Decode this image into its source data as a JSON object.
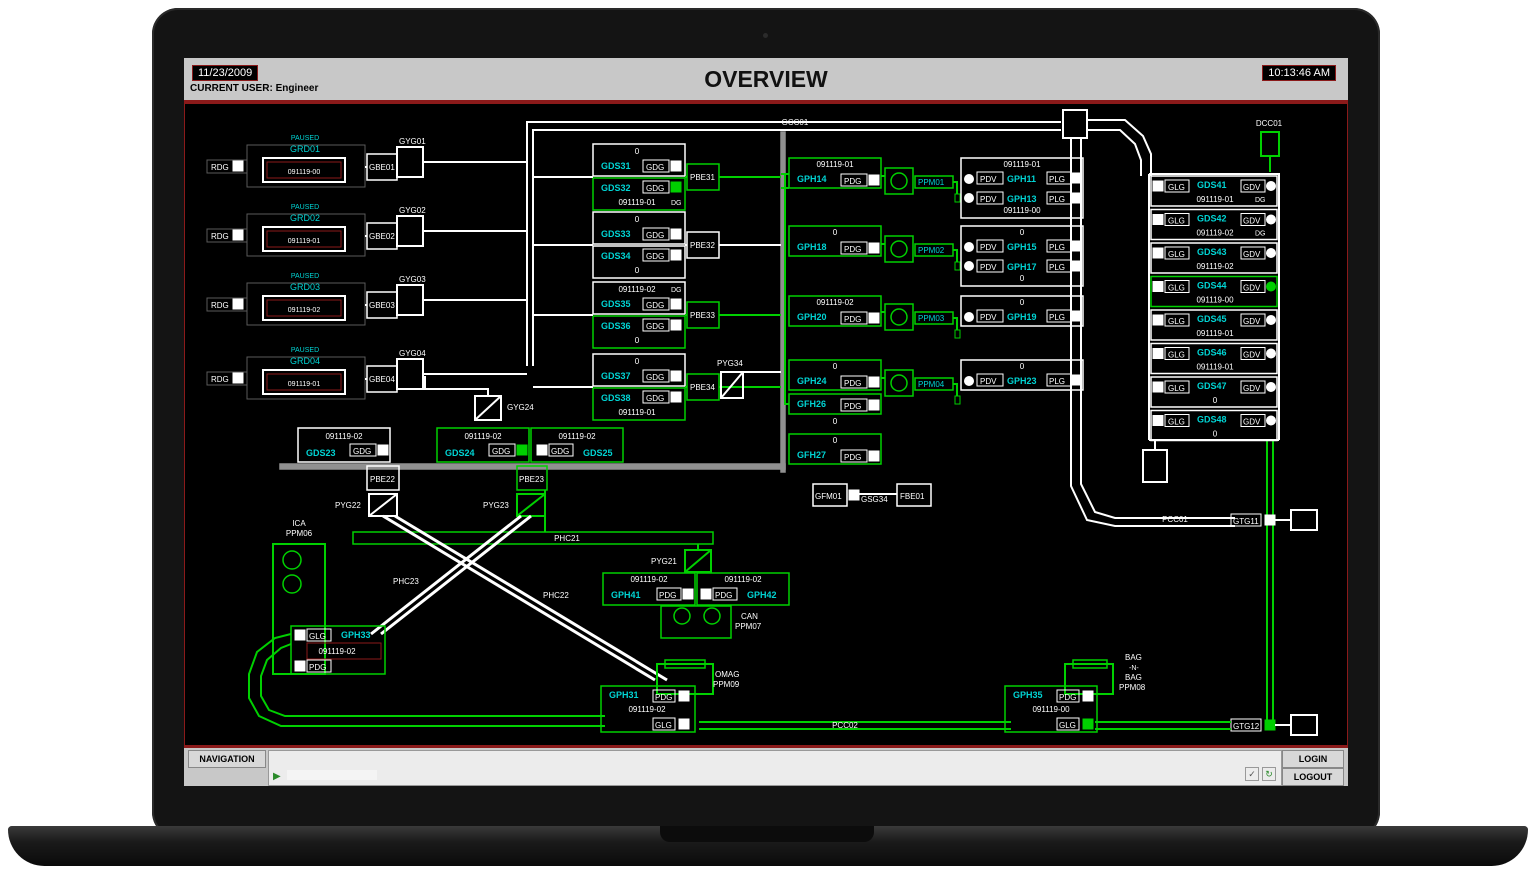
{
  "header": {
    "date": "11/23/2009",
    "title": "OVERVIEW",
    "time": "10:13:46 AM",
    "user_label": "CURRENT USER:",
    "user": "Engineer"
  },
  "colors": {
    "active": "#00d000",
    "inactive": "#ffffff",
    "label": "#00d4d4",
    "alarm": "#8b1a1a",
    "background": "#000000"
  },
  "rdg_units": [
    {
      "status": "PAUSED",
      "name": "GRD01",
      "rdg": "RDG",
      "value": "091119-00",
      "gbe": "GBE01",
      "gyg": "GYG01"
    },
    {
      "status": "PAUSED",
      "name": "GRD02",
      "rdg": "RDG",
      "value": "091119-01",
      "gbe": "GBE02",
      "gyg": "GYG02"
    },
    {
      "status": "PAUSED",
      "name": "GRD03",
      "rdg": "RDG",
      "value": "091119-02",
      "gbe": "GBE03",
      "gyg": "GYG03"
    },
    {
      "status": "PAUSED",
      "name": "GRD04",
      "rdg": "RDG",
      "value": "091119-01",
      "gbe": "GBE04",
      "gyg": "GYG04"
    }
  ],
  "gyg24": "GYG24",
  "gds_pairs": [
    {
      "top": {
        "name": "GDS31",
        "val": "0",
        "gdg": "GDG"
      },
      "bottom": {
        "name": "GDS32",
        "val": "091119-01",
        "gdg": "GDG",
        "dg": "DG"
      },
      "pbe": "PBE31",
      "active": true
    },
    {
      "top": {
        "name": "GDS33",
        "val": "0",
        "gdg": "GDG"
      },
      "bottom": {
        "name": "GDS34",
        "val": "0",
        "gdg": "GDG"
      },
      "pbe": "PBE32",
      "active": false
    },
    {
      "top": {
        "name": "GDS35",
        "val": "091119-02",
        "gdg": "GDG",
        "dg": "DG"
      },
      "bottom": {
        "name": "GDS36",
        "val": "0",
        "gdg": "GDG"
      },
      "pbe": "PBE33",
      "active": true
    },
    {
      "top": {
        "name": "GDS37",
        "val": "0",
        "gdg": "GDG"
      },
      "bottom": {
        "name": "GDS38",
        "val": "091119-01",
        "gdg": "GDG"
      },
      "pbe": "PBE34",
      "active": true
    }
  ],
  "pyg34": "PYG34",
  "gds_lower": [
    {
      "name": "GDS23",
      "val": "091119-02",
      "gdg": "GDG"
    },
    {
      "name": "GDS24",
      "val": "091119-02",
      "gdg": "GDG"
    },
    {
      "name": "GDS25",
      "val": "091119-02",
      "gdg": "GDG"
    }
  ],
  "gph_left": [
    {
      "name": "GPH14",
      "val": "091119-01",
      "pdg": "PDG"
    },
    {
      "name": "GPH18",
      "val": "0",
      "pdg": "PDG"
    },
    {
      "name": "GPH20",
      "val": "091119-02",
      "pdg": "PDG"
    },
    {
      "name": "GPH24",
      "val": "0",
      "pdg": "PDG"
    },
    {
      "name": "GFH26",
      "val": "0",
      "pdg": "PDG"
    },
    {
      "name": "GFH27",
      "val": "0",
      "pdg": "PDG"
    }
  ],
  "ppm": [
    "PPM01",
    "PPM02",
    "PPM03",
    "PPM04"
  ],
  "gph_right": [
    {
      "val": "091119-01",
      "pdv": "PDV",
      "name1": "GPH11",
      "plg": "PLG",
      "name2": "GPH13",
      "val2": "091119-00"
    },
    {
      "val": "0",
      "pdv": "PDV",
      "name1": "GPH15",
      "plg": "PLG",
      "name2": "GPH17",
      "val2": "0"
    },
    {
      "val": "0",
      "pdv": "PDV",
      "name1": "GPH19",
      "plg": "PLG"
    },
    {
      "val": "0",
      "pdv": "PDV",
      "name1": "GPH23",
      "plg": "PLG"
    }
  ],
  "gcc01": "GCC01",
  "dcc01": "DCC01",
  "gds_column": [
    {
      "glg": "GLG",
      "name": "GDS41",
      "gdv": "GDV",
      "val": "091119-01",
      "dg": "DG"
    },
    {
      "glg": "GLG",
      "name": "GDS42",
      "gdv": "GDV",
      "val": "091119-02",
      "dg": "DG"
    },
    {
      "glg": "GLG",
      "name": "GDS43",
      "gdv": "GDV",
      "val": "091119-02"
    },
    {
      "glg": "GLG",
      "name": "GDS44",
      "gdv": "GDV",
      "val": "091119-00"
    },
    {
      "glg": "GLG",
      "name": "GDS45",
      "gdv": "GDV",
      "val": "091119-01"
    },
    {
      "glg": "GLG",
      "name": "GDS46",
      "gdv": "GDV",
      "val": "091119-01"
    },
    {
      "glg": "GLG",
      "name": "GDS47",
      "gdv": "GDV",
      "val": "0"
    },
    {
      "glg": "GLG",
      "name": "GDS48",
      "gdv": "GDV",
      "val": "0"
    }
  ],
  "gfm": {
    "gfm": "GFM01",
    "gsg": "GSG34",
    "fbe": "FBE01"
  },
  "pbe22": "PBE22",
  "pbe23": "PBE23",
  "pyg22": "PYG22",
  "pyg23": "PYG23",
  "phc21": "PHC21",
  "phc22": "PHC22",
  "phc23": "PHC23",
  "pyg21": "PYG21",
  "pcc01": "PCC01",
  "pcc02": "PCC02",
  "gtg": [
    "GTG11",
    "GTG12"
  ],
  "ica": {
    "line1": "ICA",
    "line2": "PPM06"
  },
  "gph33": {
    "glg": "GLG",
    "name": "GPH33",
    "val": "091119-02",
    "pdg": "PDG"
  },
  "gph41": {
    "name": "GPH41",
    "val": "091119-02",
    "pdg": "PDG"
  },
  "gph42": {
    "name": "GPH42",
    "val": "091119-02",
    "pdg": "PDG"
  },
  "can": {
    "line1": "CAN",
    "line2": "PPM07"
  },
  "gph31": {
    "name": "GPH31",
    "pdg": "PDG",
    "val": "091119-02",
    "glg": "GLG"
  },
  "omag": {
    "line1": "OMAG",
    "line2": "PPM09"
  },
  "gph35": {
    "name": "GPH35",
    "pdg": "PDG",
    "val": "091119-00",
    "glg": "GLG"
  },
  "bag": {
    "line1": "BAG",
    "line2": "-N-",
    "line3": "BAG",
    "line4": "PPM08"
  },
  "footer": {
    "navigation": "NAVIGATION",
    "login": "LOGIN",
    "logout": "LOGOUT"
  }
}
